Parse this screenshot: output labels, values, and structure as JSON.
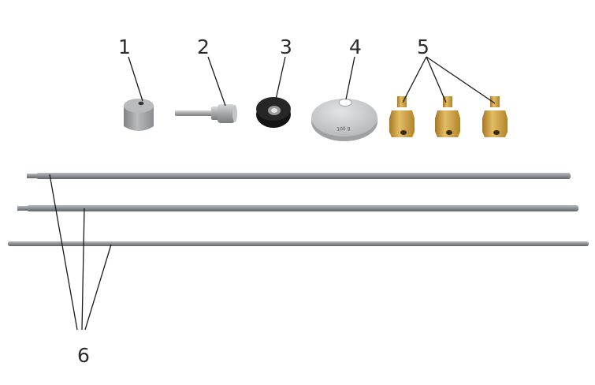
{
  "labels": {
    "part1": "1",
    "part2": "2",
    "part3": "3",
    "part4": "4",
    "part5": "5",
    "part6": "6"
  },
  "weight_marking": "100 g",
  "colors": {
    "background": "#ffffff",
    "rod": "#8d9196",
    "aluminum": "#a9abad",
    "knob": "#1c1c1c",
    "disc": "#cfd0d1",
    "brass": "#c99a3c",
    "leader_line": "#1a1a1a",
    "label_text": "#2b2b2b"
  }
}
